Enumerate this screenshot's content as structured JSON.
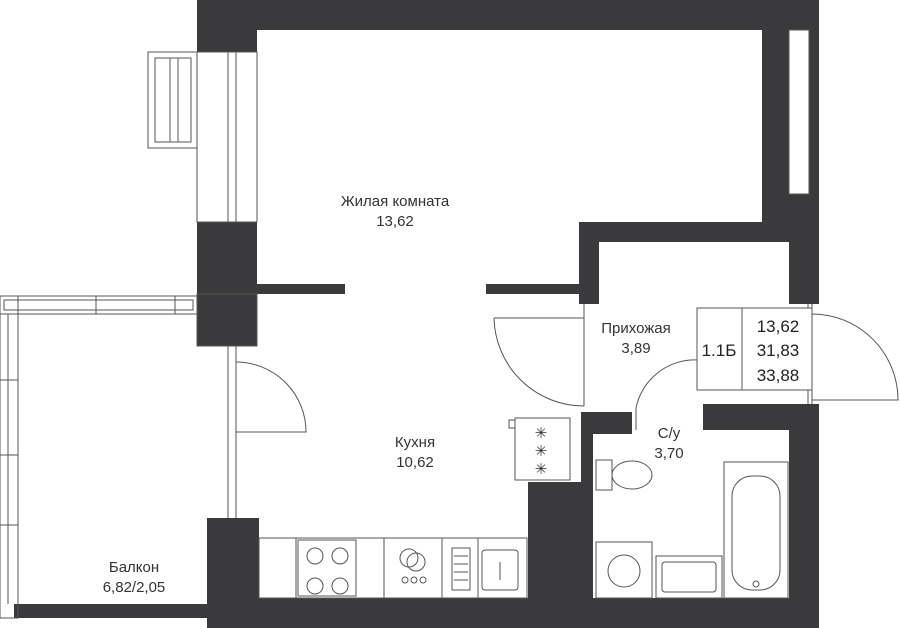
{
  "plan": {
    "rooms": [
      {
        "name": "Жилая комната",
        "area": "13,62"
      },
      {
        "name": "Кухня",
        "area": "10,62"
      },
      {
        "name": "Прихожая",
        "area": "3,89"
      },
      {
        "name": "С/у",
        "area": "3,70"
      },
      {
        "name": "Балкон",
        "area": "6,82/2,05"
      }
    ],
    "summary": {
      "code": "1.1Б",
      "living_area": "13,62",
      "total_area": "31,83",
      "total_with_balcony": "33,88"
    }
  },
  "colors": {
    "wall": "#3a3a3d",
    "line": "#555555",
    "background": "#ffffff"
  }
}
